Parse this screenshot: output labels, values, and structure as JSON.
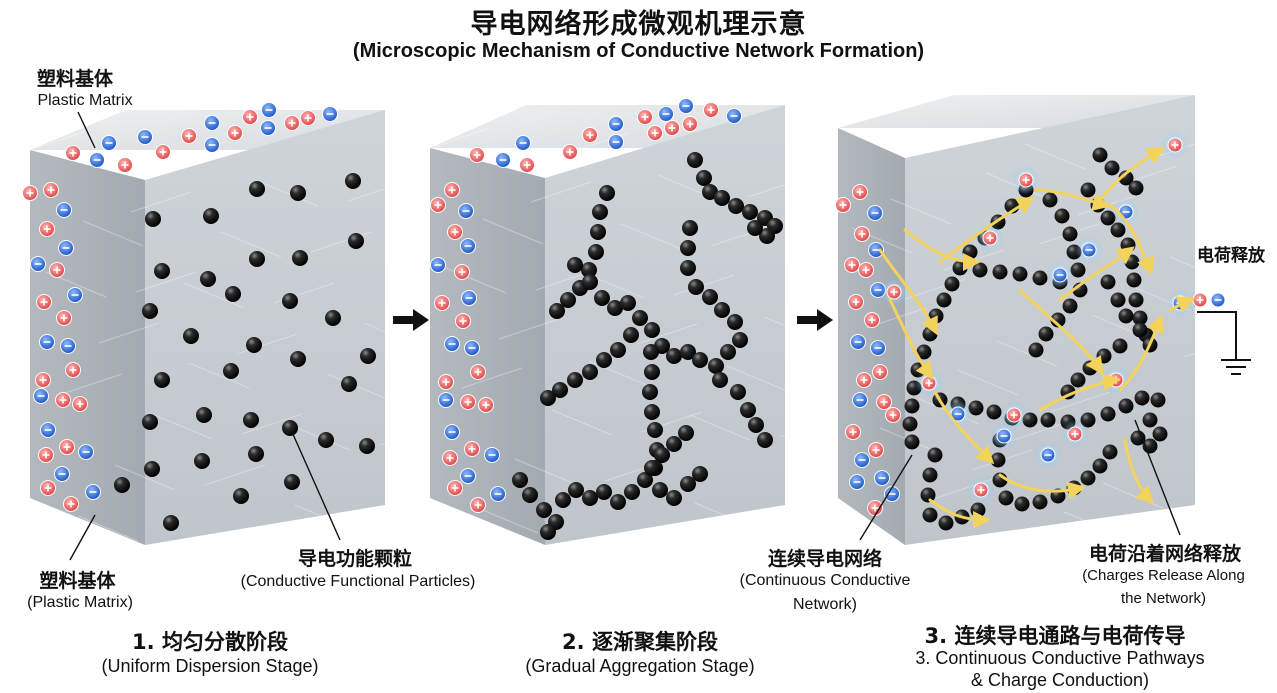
{
  "title": {
    "cn": "导电网络形成微观机理示意",
    "en": "(Microscopic Mechanism of Conductive Network Formation)"
  },
  "labels": {
    "plastic_matrix_top_cn": "塑料基体",
    "plastic_matrix_top_en": "Plastic Matrix",
    "plastic_matrix_bottom_cn": "塑料基体",
    "plastic_matrix_bottom_en": "(Plastic Matrix)",
    "particles_cn": "导电功能颗粒",
    "particles_en": "(Conductive Functional Particles)",
    "network_cn": "连续导电网络",
    "network_en_1": "(Continuous Conductive",
    "network_en_2": "Network)",
    "release_along_cn": "电荷沿着网络释放",
    "release_along_en_1": "(Charges Release Along",
    "release_along_en_2": "the Network)",
    "charge_release_cn": "电荷释放"
  },
  "stages": [
    {
      "cn": "1. 均匀分散阶段",
      "en": "(Uniform Dispersion Stage)"
    },
    {
      "cn": "2. 逐渐聚集阶段",
      "en": "(Gradual Aggregation Stage)"
    },
    {
      "cn": "3. 连续导电通路与电荷传导",
      "en_1": "3. Continuous Conductive Pathways",
      "en_2": "& Charge Conduction)"
    }
  ],
  "colors": {
    "positive_charge": "#e45a5a",
    "negative_charge": "#2f6fd6",
    "particle": "#111111",
    "arrow_flow": "#f3d35a",
    "block_front": "#c9ced4",
    "block_side": "#aeb4bb",
    "block_top": "#e3e6ea"
  },
  "icons": [
    "stage-arrow-icon",
    "ground-symbol-icon",
    "positive-charge-icon",
    "negative-charge-icon"
  ]
}
